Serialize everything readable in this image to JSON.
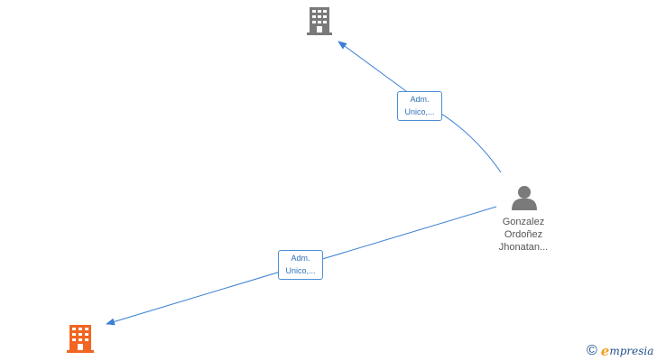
{
  "nodes": {
    "company_top": {
      "icon": "building-icon",
      "color": "#7a7a7a"
    },
    "company_bottom": {
      "icon": "building-icon",
      "color": "#f26522"
    },
    "person": {
      "icon": "person-icon",
      "color": "#7a7a7a",
      "name_lines": [
        "Gonzalez",
        "Ordoñez",
        "Jhonatan..."
      ]
    }
  },
  "edges": [
    {
      "from": "person",
      "to": "company_top",
      "label_lines": [
        "Adm.",
        "Unico,..."
      ]
    },
    {
      "from": "person",
      "to": "company_bottom",
      "label_lines": [
        "Adm.",
        "Unico,..."
      ]
    }
  ],
  "edge_color": "#3a7fd5",
  "brand": {
    "copyright": "©",
    "logo_initial": "e",
    "logo_rest": "mpresia"
  }
}
